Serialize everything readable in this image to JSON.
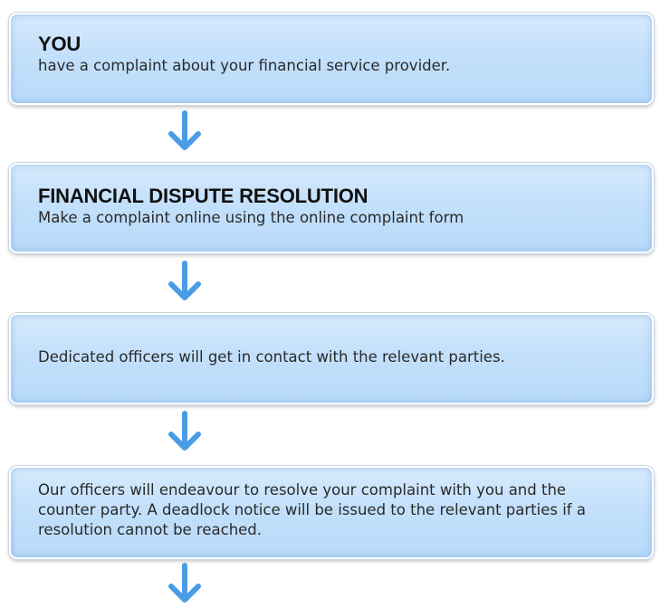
{
  "flow": {
    "steps": [
      {
        "title": "YOU",
        "text": "have a complaint about your financial service provider."
      },
      {
        "title": "FINANCIAL DISPUTE RESOLUTION",
        "text": "Make a complaint online using the online complaint form"
      },
      {
        "title": "",
        "text": "Dedicated officers will get in contact with the relevant parties."
      },
      {
        "title": "",
        "text": "Our officers will endeavour to resolve your complaint with you and the counter party. A deadlock notice will be issued to the relevant parties if a resolution cannot be reached."
      }
    ]
  },
  "colors": {
    "box_fill": "#c3e0fb",
    "arrow": "#4b9be6"
  },
  "icons": {
    "connector": "arrow-down-icon"
  }
}
